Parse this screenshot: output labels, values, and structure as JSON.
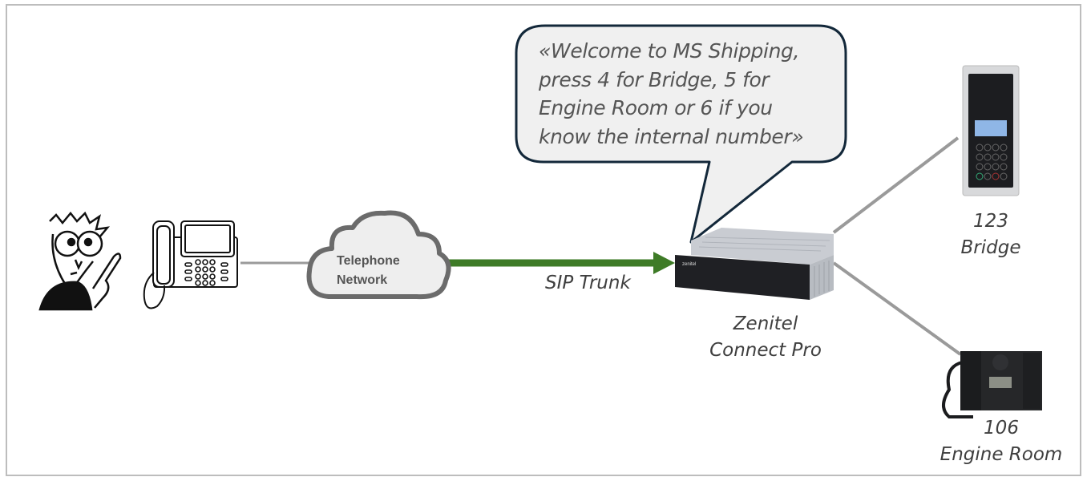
{
  "diagram": {
    "title": "Zenitel Connect Pro IVR call routing",
    "speech_bubble": {
      "lines": [
        "«Welcome to MS Shipping,",
        "press 4 for Bridge, 5 for",
        "Engine Room or 6 if you",
        "know the internal number»"
      ]
    },
    "nodes": {
      "caller": {
        "icon": "cartoon-person-icon"
      },
      "desk_phone": {
        "icon": "desk-phone-icon"
      },
      "cloud": {
        "icon": "cloud-icon",
        "line1": "Telephone",
        "line2": "Network"
      },
      "connect_pro": {
        "icon": "server-box-icon",
        "line1": "Zenitel",
        "line2": "Connect Pro",
        "brand": "zenitel"
      },
      "bridge": {
        "icon": "intercom-panel-icon",
        "number": "123",
        "name": "Bridge"
      },
      "engine_room": {
        "icon": "intercom-station-icon",
        "number": "106",
        "name": "Engine Room"
      }
    },
    "links": {
      "sip_trunk": {
        "label": "SIP Trunk",
        "color": "#3e7b27"
      },
      "line_color": "#9a9a9a"
    },
    "colors": {
      "bubble_fill": "#f0f0f0",
      "bubble_stroke": "#13283a",
      "cloud_fill": "#eeeeee",
      "cloud_stroke": "#6b6b6b",
      "text": "#404040"
    }
  }
}
